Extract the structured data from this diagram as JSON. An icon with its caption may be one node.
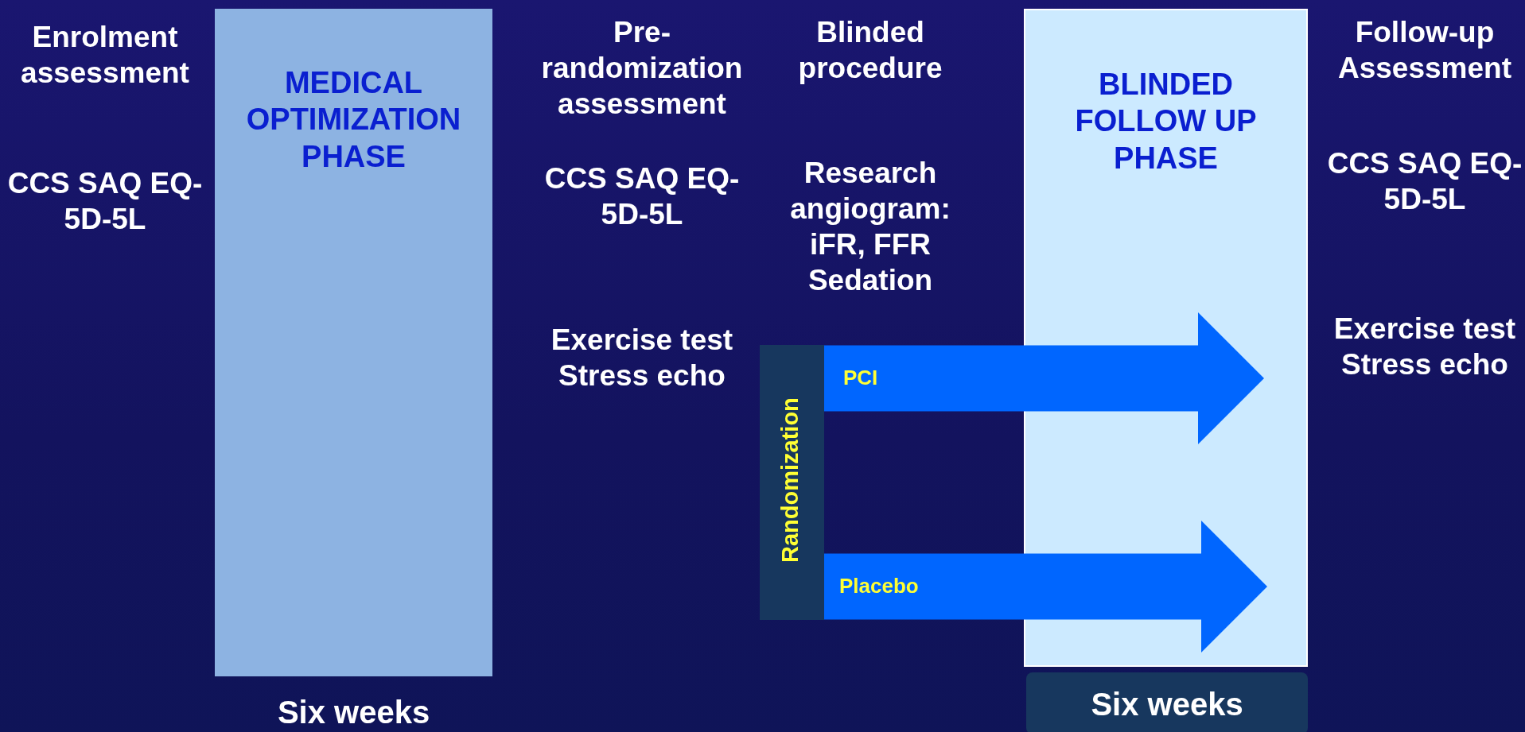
{
  "diagram": {
    "nodes": [
      {
        "text": [
          "MEDICAL OPTIMIZATION PHASE"
        ],
        "beside": [
          "Six weeks"
        ]
      },
      {
        "text": [
          "BLINDED FOLLOW UP PHASE"
        ]
      },
      {
        "text": [
          "Randomization"
        ]
      },
      {
        "text": [
          "Six weeks"
        ]
      }
    ],
    "edges": [
      {
        "from": 2,
        "to": 1,
        "arrow": "to",
        "label": "PCI"
      },
      {
        "from": 2,
        "to": 1,
        "arrow": "to",
        "label": "Placebo"
      }
    ],
    "labels": [
      "Enrolment assessment",
      "CCS SAQ EQ-5D-5L",
      "Pre-randomization assessment",
      "CCS SAQ EQ-5D-5L",
      "Exercise test Stress echo",
      "Blinded procedure",
      "Research angiogram: iFR, FFR Sedation",
      "Follow-up Assessment",
      "CCS SAQ EQ-5D-5L",
      "Exercise test Stress echo"
    ]
  }
}
